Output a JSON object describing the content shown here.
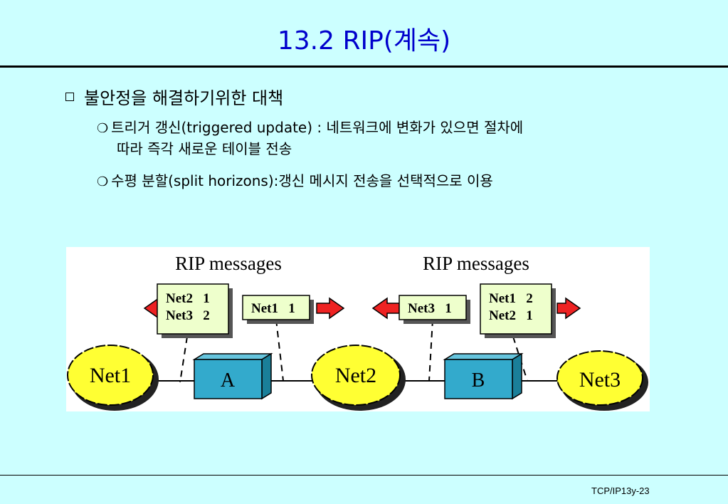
{
  "slide": {
    "title": "13.2 RIP(계속)",
    "bullet": "불안정을 해결하기위한 대책",
    "sub1_line1": "트리거 갱신(triggered update) : 네트워크에 변화가 있으면 절차에",
    "sub1_line2": "따라 즉각 새로운 테이블 전송",
    "sub2": "수평 분할(split horizons):갱신 메시지 전송을 선택적으로 이용",
    "footer": "TCP/IP13y-23"
  },
  "figure": {
    "header_left": "RIP messages",
    "header_right": "RIP messages",
    "box_a_left": [
      "Net2   1",
      "Net3   2"
    ],
    "box_a_right": "Net1   1",
    "box_b_left": "Net3   1",
    "box_b_right": [
      "Net1   2",
      "Net2   1"
    ],
    "net1": "Net1",
    "net2": "Net2",
    "net3": "Net3",
    "router_a": "A",
    "router_b": "B",
    "colors": {
      "cloud": "#ffff33",
      "msg_box": "#eeffcc",
      "router": "#33aacc",
      "arrow": "#ee2222"
    }
  }
}
